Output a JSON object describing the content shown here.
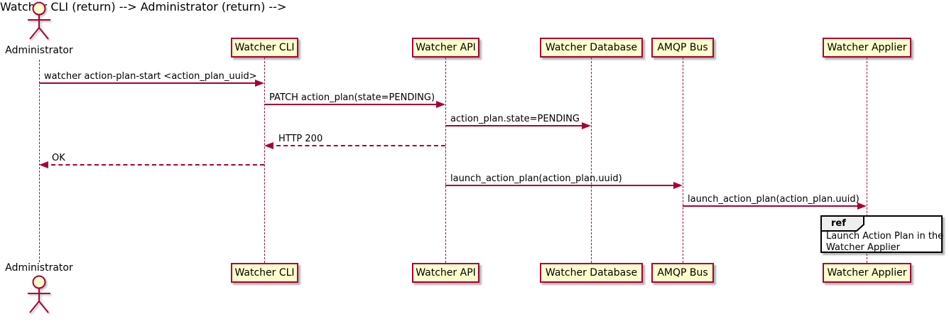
{
  "diagram_type": "uml-sequence",
  "colors": {
    "stroke": "#A80036",
    "participant_fill": "#FEFECE",
    "ref_header_fill": "#EEEEEE",
    "ref_border": "#000000",
    "text": "#000000",
    "background": "#FFFFFF"
  },
  "actor": {
    "label": "Administrator"
  },
  "participants": [
    {
      "name": "Watcher CLI"
    },
    {
      "name": "Watcher API"
    },
    {
      "name": "Watcher Database"
    },
    {
      "name": "AMQP Bus"
    },
    {
      "name": "Watcher Applier"
    }
  ],
  "messages": [
    {
      "label": "watcher action-plan-start <action_plan_uuid>",
      "from": "Administrator",
      "to": "Watcher CLI",
      "line": "solid",
      "direction": "right"
    },
    {
      "label": "PATCH action_plan(state=PENDING)",
      "from": "Watcher CLI",
      "to": "Watcher API",
      "line": "solid",
      "direction": "right"
    },
    {
      "label": "action_plan.state=PENDING",
      "from": "Watcher API",
      "to": "Watcher Database",
      "line": "solid",
      "direction": "right"
    },
    {
      "label": "HTTP 200",
      "from": "Watcher API",
      "to": "Watcher CLI",
      "line": "dashed",
      "direction": "left"
    },
    {
      "label": "OK",
      "from": "Watcher CLI",
      "to": "Administrator",
      "line": "dashed",
      "direction": "left"
    },
    {
      "label": "launch_action_plan(action_plan.uuid)",
      "from": "Watcher API",
      "to": "AMQP Bus",
      "line": "solid",
      "direction": "right"
    },
    {
      "label": "launch_action_plan(action_plan.uuid)",
      "from": "AMQP Bus",
      "to": "Watcher Applier",
      "line": "solid",
      "direction": "right"
    }
  ],
  "ref": {
    "keyword": "ref",
    "line1": "Launch Action Plan in the",
    "line2": "Watcher Applier"
  }
}
